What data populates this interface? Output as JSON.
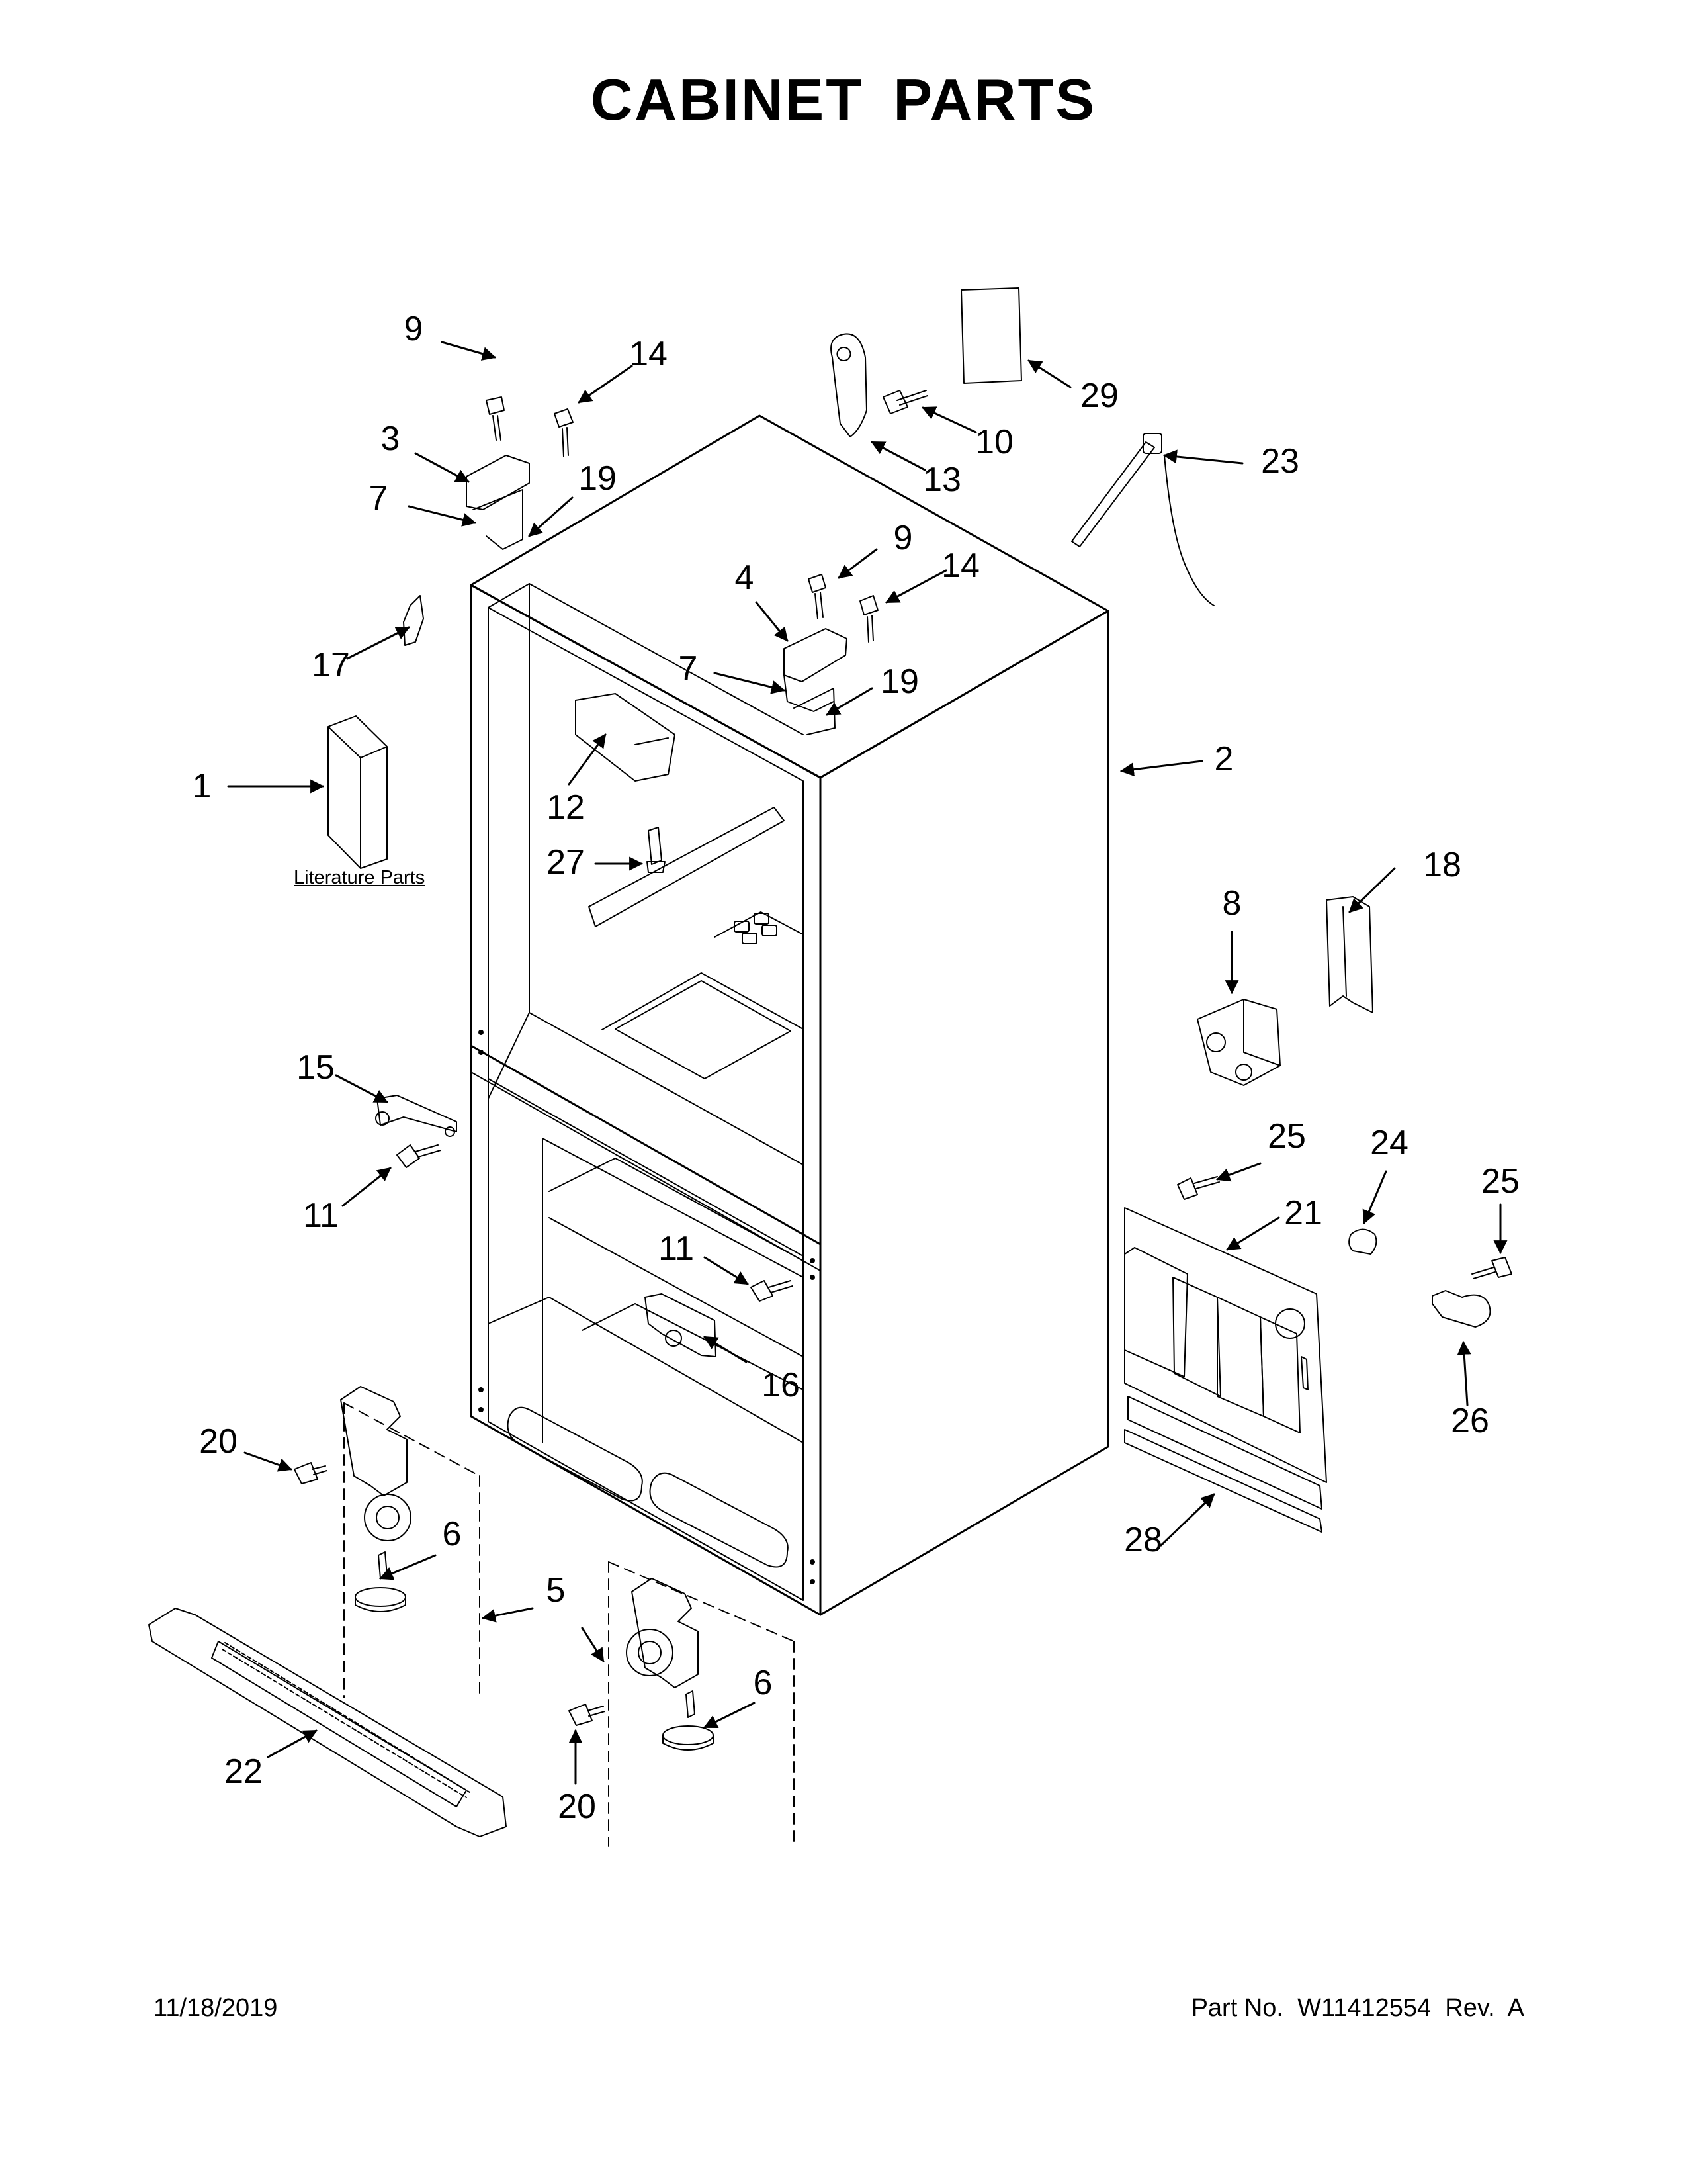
{
  "title": "CABINET PARTS",
  "literature_label": "Literature Parts",
  "callouts": [
    {
      "id": "c9a",
      "text": "9"
    },
    {
      "id": "c14a",
      "text": "14"
    },
    {
      "id": "c3",
      "text": "3"
    },
    {
      "id": "c7a",
      "text": "7"
    },
    {
      "id": "c19a",
      "text": "19"
    },
    {
      "id": "c17",
      "text": "17"
    },
    {
      "id": "c1",
      "text": "1"
    },
    {
      "id": "c29",
      "text": "29"
    },
    {
      "id": "c10",
      "text": "10"
    },
    {
      "id": "c13",
      "text": "13"
    },
    {
      "id": "c23",
      "text": "23"
    },
    {
      "id": "c9b",
      "text": "9"
    },
    {
      "id": "c14b",
      "text": "14"
    },
    {
      "id": "c4",
      "text": "4"
    },
    {
      "id": "c7b",
      "text": "7"
    },
    {
      "id": "c19b",
      "text": "19"
    },
    {
      "id": "c12",
      "text": "12"
    },
    {
      "id": "c2",
      "text": "2"
    },
    {
      "id": "c27",
      "text": "27"
    },
    {
      "id": "c18",
      "text": "18"
    },
    {
      "id": "c8",
      "text": "8"
    },
    {
      "id": "c15",
      "text": "15"
    },
    {
      "id": "c11a",
      "text": "11"
    },
    {
      "id": "c25a",
      "text": "25"
    },
    {
      "id": "c24",
      "text": "24"
    },
    {
      "id": "c25b",
      "text": "25"
    },
    {
      "id": "c21",
      "text": "21"
    },
    {
      "id": "c11b",
      "text": "11"
    },
    {
      "id": "c16",
      "text": "16"
    },
    {
      "id": "c26",
      "text": "26"
    },
    {
      "id": "c20a",
      "text": "20"
    },
    {
      "id": "c6a",
      "text": "6"
    },
    {
      "id": "c28",
      "text": "28"
    },
    {
      "id": "c5",
      "text": "5"
    },
    {
      "id": "c6b",
      "text": "6"
    },
    {
      "id": "c22",
      "text": "22"
    },
    {
      "id": "c20b",
      "text": "20"
    }
  ],
  "footer": {
    "date": "11/18/2019",
    "part_number": "Part No.  W11412554  Rev.  A"
  }
}
